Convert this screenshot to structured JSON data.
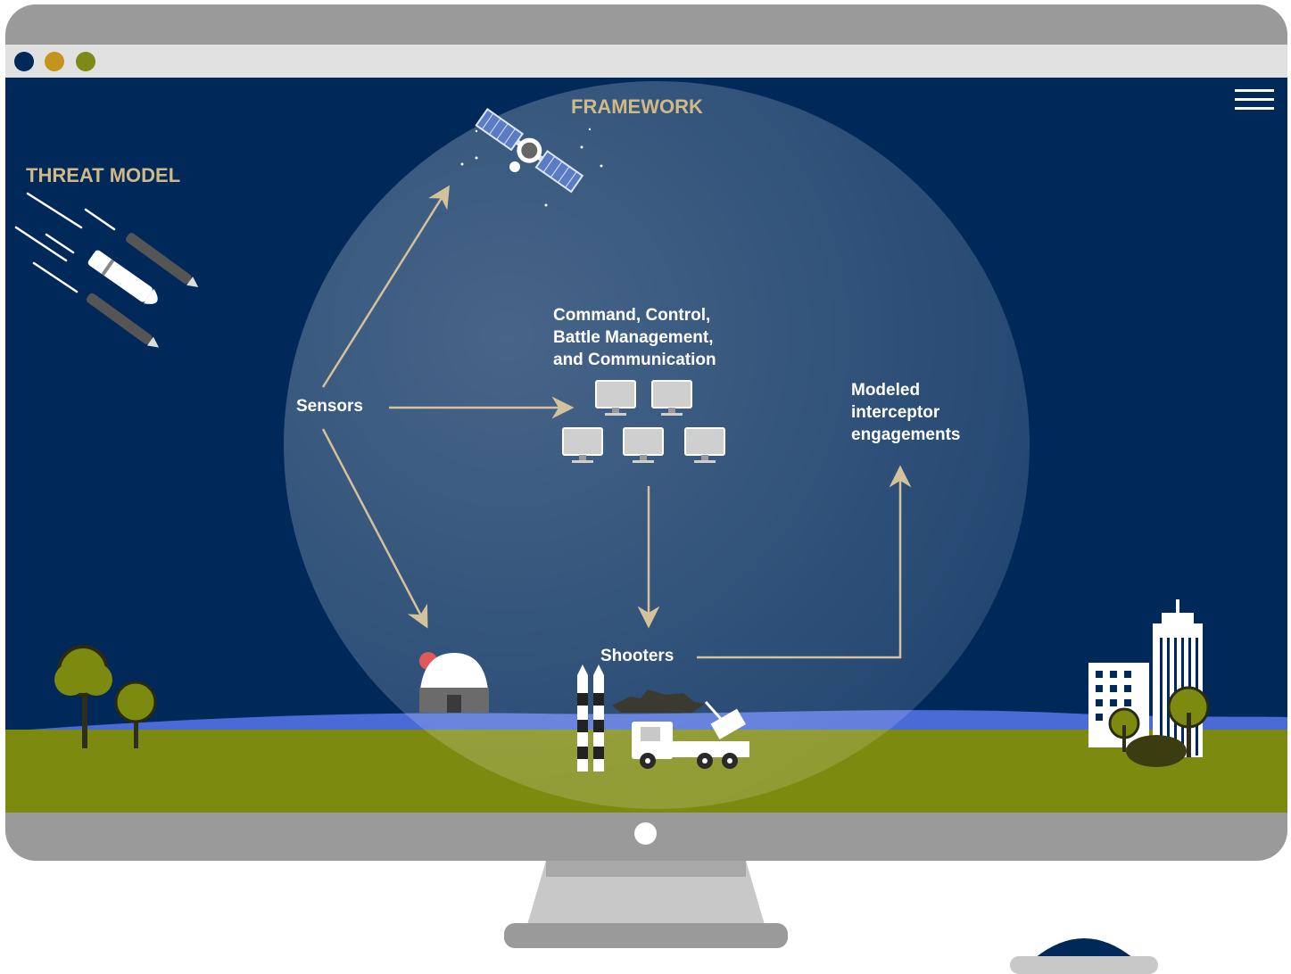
{
  "window": {
    "controls": [
      {
        "name": "close",
        "color": "#00295a"
      },
      {
        "name": "minimize",
        "color": "#c3951d"
      },
      {
        "name": "maximize",
        "color": "#7d8a18"
      }
    ]
  },
  "menu": {
    "icon": "hamburger-menu-icon"
  },
  "diagram": {
    "threat_title": "THREAT MODEL",
    "framework_title": "FRAMEWORK",
    "sensors": "Sensors",
    "c2": "Command, Control,\nBattle Management,\nand Communication",
    "shooters": "Shooters",
    "engagements": "Modeled\ninterceptor\nengagements"
  },
  "colors": {
    "sky": "#00295a",
    "ground": "#7d8a10",
    "water": "#4a6ad6",
    "accent_text": "#d1b985",
    "arrow": "#d4c29a",
    "monitor_frame": "#9a9a9a",
    "titlebar": "#e1e1e1"
  }
}
